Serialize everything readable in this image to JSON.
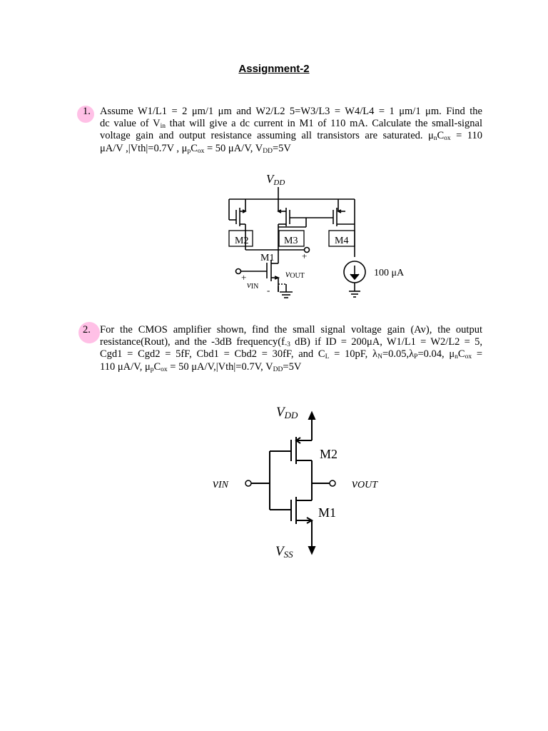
{
  "title": "Assignment-2",
  "questions": [
    {
      "number": "1.",
      "lines": [
        [
          "Assume W1/L1 = 2 μm/1 μm and W2/L2 5=W3/L3 = W4/L4 = 1 μm/1 μm. Find the"
        ],
        [
          "dc value of V",
          "in",
          " that will give a dc current in M1 of 110 mA. Calculate the small-signal"
        ],
        [
          "voltage gain and output resistance assuming all transistors are saturated. μ",
          "n",
          "C",
          "ox",
          " = 110"
        ],
        [
          "μA/V ,|Vth|=0.7V , μ",
          "p",
          "C",
          "ox",
          " = 50 μA/V, V",
          "DD",
          "=5V"
        ]
      ],
      "figure": {
        "vdd": "V",
        "vdd_sub": "DD",
        "m1": "M1",
        "m2": "M2",
        "m3": "M3",
        "m4": "M4",
        "vout": "v",
        "vout_sub": "OUT",
        "vin": "v",
        "vin_sub": "IN",
        "plus": "+",
        "minus": "-",
        "current_source": "100 μA"
      }
    },
    {
      "number": "2.",
      "lines": [
        [
          "For the CMOS amplifier shown, find the small signal voltage gain (Av), the output"
        ],
        [
          "resistance(Rout), and the -3dB frequency(f",
          "-3",
          " dB) if ID = 200μA, W1/L1 = W2/L2 = 5,"
        ],
        [
          "Cgd1 = Cgd2 = 5fF, Cbd1 = Cbd2 = 30fF, and C",
          "L",
          " = 10pF, λ",
          "N",
          "=0.05,λ",
          "P",
          "=0.04, μ",
          "n",
          "C",
          "ox",
          " ="
        ],
        [
          "110 μA/V, μ",
          "p",
          "C",
          "ox",
          " = 50 μA/V,|Vth|=0.7V, V",
          "DD",
          "=5V"
        ]
      ],
      "figure": {
        "vdd": "V",
        "vdd_sub": "DD",
        "vss": "V",
        "vss_sub": "SS",
        "m1": "M1",
        "m2": "M2",
        "vin": "v",
        "vin_sub": "IN",
        "vout": "v",
        "vout_sub": "OUT"
      }
    }
  ]
}
